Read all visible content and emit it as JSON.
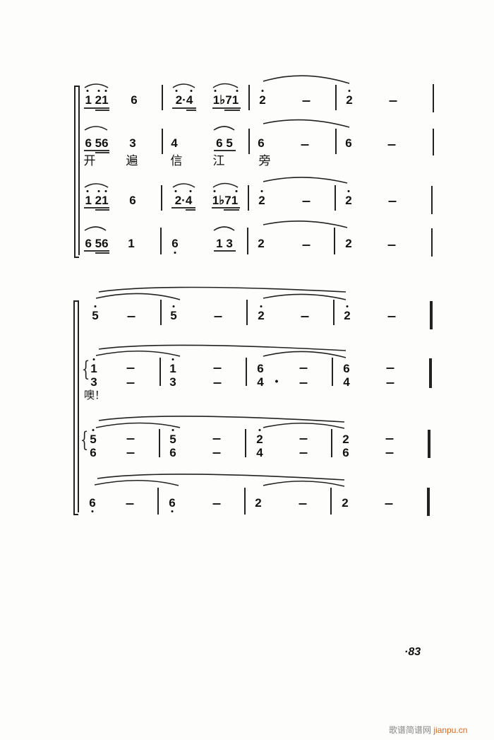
{
  "page": {
    "page_number": "·83",
    "watermark": {
      "label": "歌谱简谱网",
      "site": "jianpu.cn"
    }
  },
  "system1": {
    "staff1": {
      "m1a": "1 21",
      "m1b": "6",
      "m2a": "2·4",
      "m2b": "1♭71",
      "m3a": "2",
      "m3b": "–",
      "m4a": "2",
      "m4b": "–"
    },
    "staff2": {
      "m1a": "6 56",
      "m1b": "3",
      "m2a": "4",
      "m2b": "6 5",
      "m3a": "6",
      "m3b": "–",
      "m4a": "6",
      "m4b": "–",
      "lyrics": [
        "开",
        "遍",
        "信",
        "江",
        "旁"
      ]
    },
    "staff3": {
      "m1a": "1 21",
      "m1b": "6",
      "m2a": "2·4",
      "m2b": "1♭71",
      "m3a": "2",
      "m3b": "–",
      "m4a": "2",
      "m4b": "–"
    },
    "staff4": {
      "m1a": "6 56",
      "m1b": "1",
      "m2a": "6",
      "m2b": "1 3",
      "m3a": "2",
      "m3b": "–",
      "m4a": "2",
      "m4b": "–"
    }
  },
  "system2": {
    "staff1": {
      "m1a": "5",
      "m1b": "–",
      "m2a": "5",
      "m2b": "–",
      "m3a": "2",
      "m3b": "–",
      "m4a": "2",
      "m4b": "–"
    },
    "staff2": {
      "upper": {
        "m1a": "1",
        "m1b": "–",
        "m2a": "1",
        "m2b": "–",
        "m3a": "6",
        "m3b": "–",
        "m4a": "6",
        "m4b": "–"
      },
      "lower": {
        "m1a": "3",
        "m1b": "–",
        "m2a": "3",
        "m2b": "–",
        "m3a": "4",
        "m3dot": "•",
        "m3b": "–",
        "m4a": "4",
        "m4b": "–"
      },
      "lyric": "噢！"
    },
    "staff3": {
      "upper": {
        "m1a": "5",
        "m1b": "–",
        "m2a": "5",
        "m2b": "–",
        "m3a": "2",
        "m3b": "–",
        "m4a": "2",
        "m4b": "–"
      },
      "lower": {
        "m1a": "6",
        "m1b": "–",
        "m2a": "6",
        "m2b": "–",
        "m3a": "4",
        "m3b": "–",
        "m4a": "6",
        "m4b": "–"
      }
    },
    "staff4": {
      "m1a": "6",
      "m1b": "–",
      "m2a": "6",
      "m2b": "–",
      "m3a": "2",
      "m3b": "–",
      "m4a": "2",
      "m4b": "–"
    }
  }
}
